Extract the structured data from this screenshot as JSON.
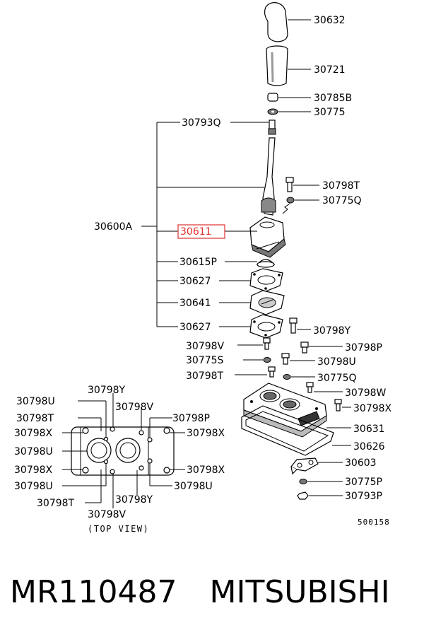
{
  "footer": {
    "part_number": "MR110487",
    "brand": "MITSUBISHI"
  },
  "diagram_code": "500158",
  "top_view_label": "(TOP VIEW)",
  "highlight_color": "#e03030",
  "labels": {
    "l30632": "30632",
    "l30721": "30721",
    "l30785B": "30785B",
    "l30775": "30775",
    "l30793Q": "30793Q",
    "l30798T_a": "30798T",
    "l30775Q_a": "30775Q",
    "l30600A": "30600A",
    "l30611": "30611",
    "l30615P": "30615P",
    "l30627_a": "30627",
    "l30641": "30641",
    "l30627_b": "30627",
    "l30798Y_a": "30798Y",
    "l30798V_a": "30798V",
    "l30798P_a": "30798P",
    "l30775S": "30775S",
    "l30798U_a": "30798U",
    "l30798T_b": "30798T",
    "l30775Q_b": "30775Q",
    "l30798W": "30798W",
    "l30798X_a": "30798X",
    "l30631": "30631",
    "l30626": "30626",
    "l30603": "30603",
    "l30775P": "30775P",
    "l30793P": "30793P",
    "tv30798Y_t": "30798Y",
    "tv30798U_t": "30798U",
    "tv30798V_t": "30798V",
    "tv30798T_t": "30798T",
    "tv30798P_t": "30798P",
    "tv30798X_l1": "30798X",
    "tv30798X_r1": "30798X",
    "tv30798U_l": "30798U",
    "tv30798X_l2": "30798X",
    "tv30798X_r2": "30798X",
    "tv30798U_l2": "30798U",
    "tv30798U_r": "30798U",
    "tv30798T_b": "30798T",
    "tv30798Y_b": "30798Y",
    "tv30798V_b": "30798V"
  }
}
